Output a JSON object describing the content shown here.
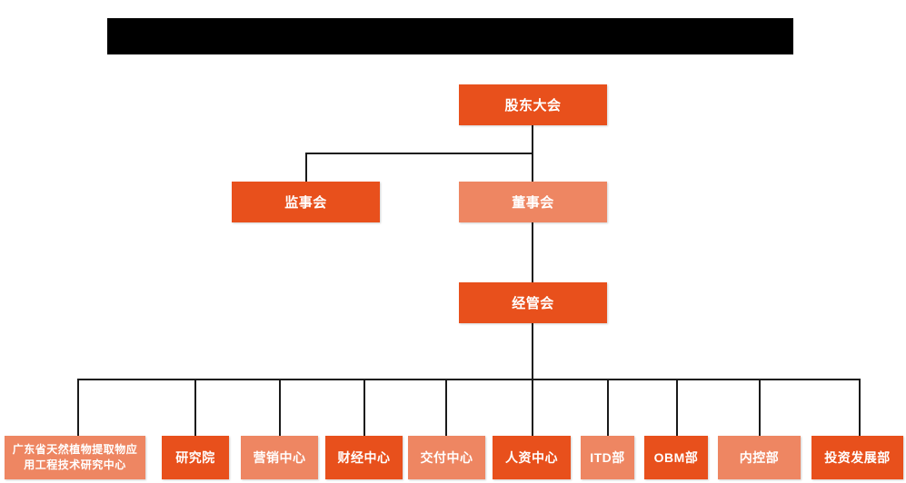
{
  "title_banner": {
    "name": "redacted-title-bar",
    "text": "",
    "color": "#000000"
  },
  "colors": {
    "dark_orange": "#E8501C",
    "light_orange": "#EE8662",
    "connector": "#1a1a1a",
    "background": "#FFFFFF"
  },
  "chart_data": {
    "type": "diagram",
    "title": "",
    "levels": [
      {
        "level": 1,
        "nodes": [
          {
            "id": "shareholders",
            "label": "股东大会",
            "shade": "dark"
          }
        ]
      },
      {
        "level": 2,
        "nodes": [
          {
            "id": "supervisors",
            "label": "监事会",
            "shade": "dark"
          },
          {
            "id": "directors",
            "label": "董事会",
            "shade": "light"
          }
        ]
      },
      {
        "level": 3,
        "nodes": [
          {
            "id": "management",
            "label": "经管会",
            "shade": "dark"
          }
        ]
      },
      {
        "level": 4,
        "nodes": [
          {
            "id": "research-center",
            "label": "广东省天然植物提取物应用工程技术研究中心",
            "shade": "light"
          },
          {
            "id": "research-institute",
            "label": "研究院",
            "shade": "dark"
          },
          {
            "id": "marketing-center",
            "label": "营销中心",
            "shade": "light"
          },
          {
            "id": "finance-center",
            "label": "财经中心",
            "shade": "dark"
          },
          {
            "id": "delivery-center",
            "label": "交付中心",
            "shade": "light"
          },
          {
            "id": "hr-center",
            "label": "人资中心",
            "shade": "dark"
          },
          {
            "id": "itd-dept",
            "label": "ITD部",
            "shade": "light"
          },
          {
            "id": "obm-dept",
            "label": "OBM部",
            "shade": "dark"
          },
          {
            "id": "internal-control-dept",
            "label": "内控部",
            "shade": "light"
          },
          {
            "id": "investment-development-dept",
            "label": "投资发展部",
            "shade": "dark"
          }
        ]
      }
    ],
    "edges": [
      {
        "from": "shareholders",
        "to": "supervisors"
      },
      {
        "from": "shareholders",
        "to": "directors"
      },
      {
        "from": "directors",
        "to": "management"
      },
      {
        "from": "management",
        "to": "research-center"
      },
      {
        "from": "management",
        "to": "research-institute"
      },
      {
        "from": "management",
        "to": "marketing-center"
      },
      {
        "from": "management",
        "to": "finance-center"
      },
      {
        "from": "management",
        "to": "delivery-center"
      },
      {
        "from": "management",
        "to": "hr-center"
      },
      {
        "from": "management",
        "to": "itd-dept"
      },
      {
        "from": "management",
        "to": "obm-dept"
      },
      {
        "from": "management",
        "to": "internal-control-dept"
      },
      {
        "from": "management",
        "to": "investment-development-dept"
      }
    ]
  }
}
